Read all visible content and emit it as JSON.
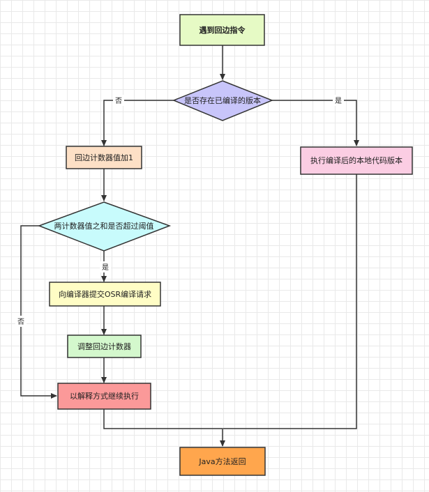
{
  "colors": {
    "start": "#e6fac5",
    "decision_version": "#c8c5fa",
    "counter": "#fde0c6",
    "native": "#fbcde3",
    "threshold": "#c8fbfc",
    "submit": "#fffdc5",
    "adjust": "#d4f8cd",
    "interp": "#fb9999",
    "ret": "#ffa64d",
    "stroke": "#333333"
  },
  "nodes": {
    "start": {
      "label": "遇到回边指令"
    },
    "has_version": {
      "label": "是否存在已编译的版本"
    },
    "inc_counter": {
      "label": "回边计数器值加1"
    },
    "exec_native": {
      "label": "执行编译后的本地代码版本"
    },
    "threshold": {
      "label": "两计数器值之和是否超过阈值"
    },
    "submit_osr": {
      "label": "向编译器提交OSR编译请求"
    },
    "adjust_counter": {
      "label": "调整回边计数器"
    },
    "interpret": {
      "label": "以解释方式继续执行"
    },
    "ret": {
      "label": "Java方法返回"
    }
  },
  "edges": {
    "no_version": "否",
    "yes_version": "是",
    "yes_threshold": "是",
    "no_threshold": "否"
  }
}
